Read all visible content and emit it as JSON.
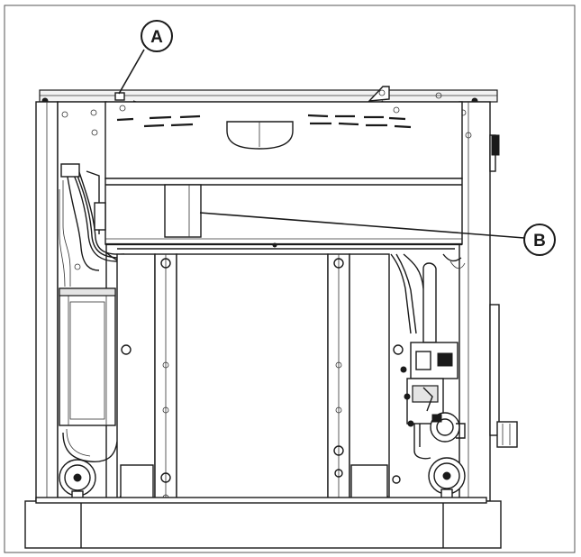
{
  "callouts": [
    {
      "id": "A",
      "label": "A"
    },
    {
      "id": "B",
      "label": "B"
    }
  ]
}
